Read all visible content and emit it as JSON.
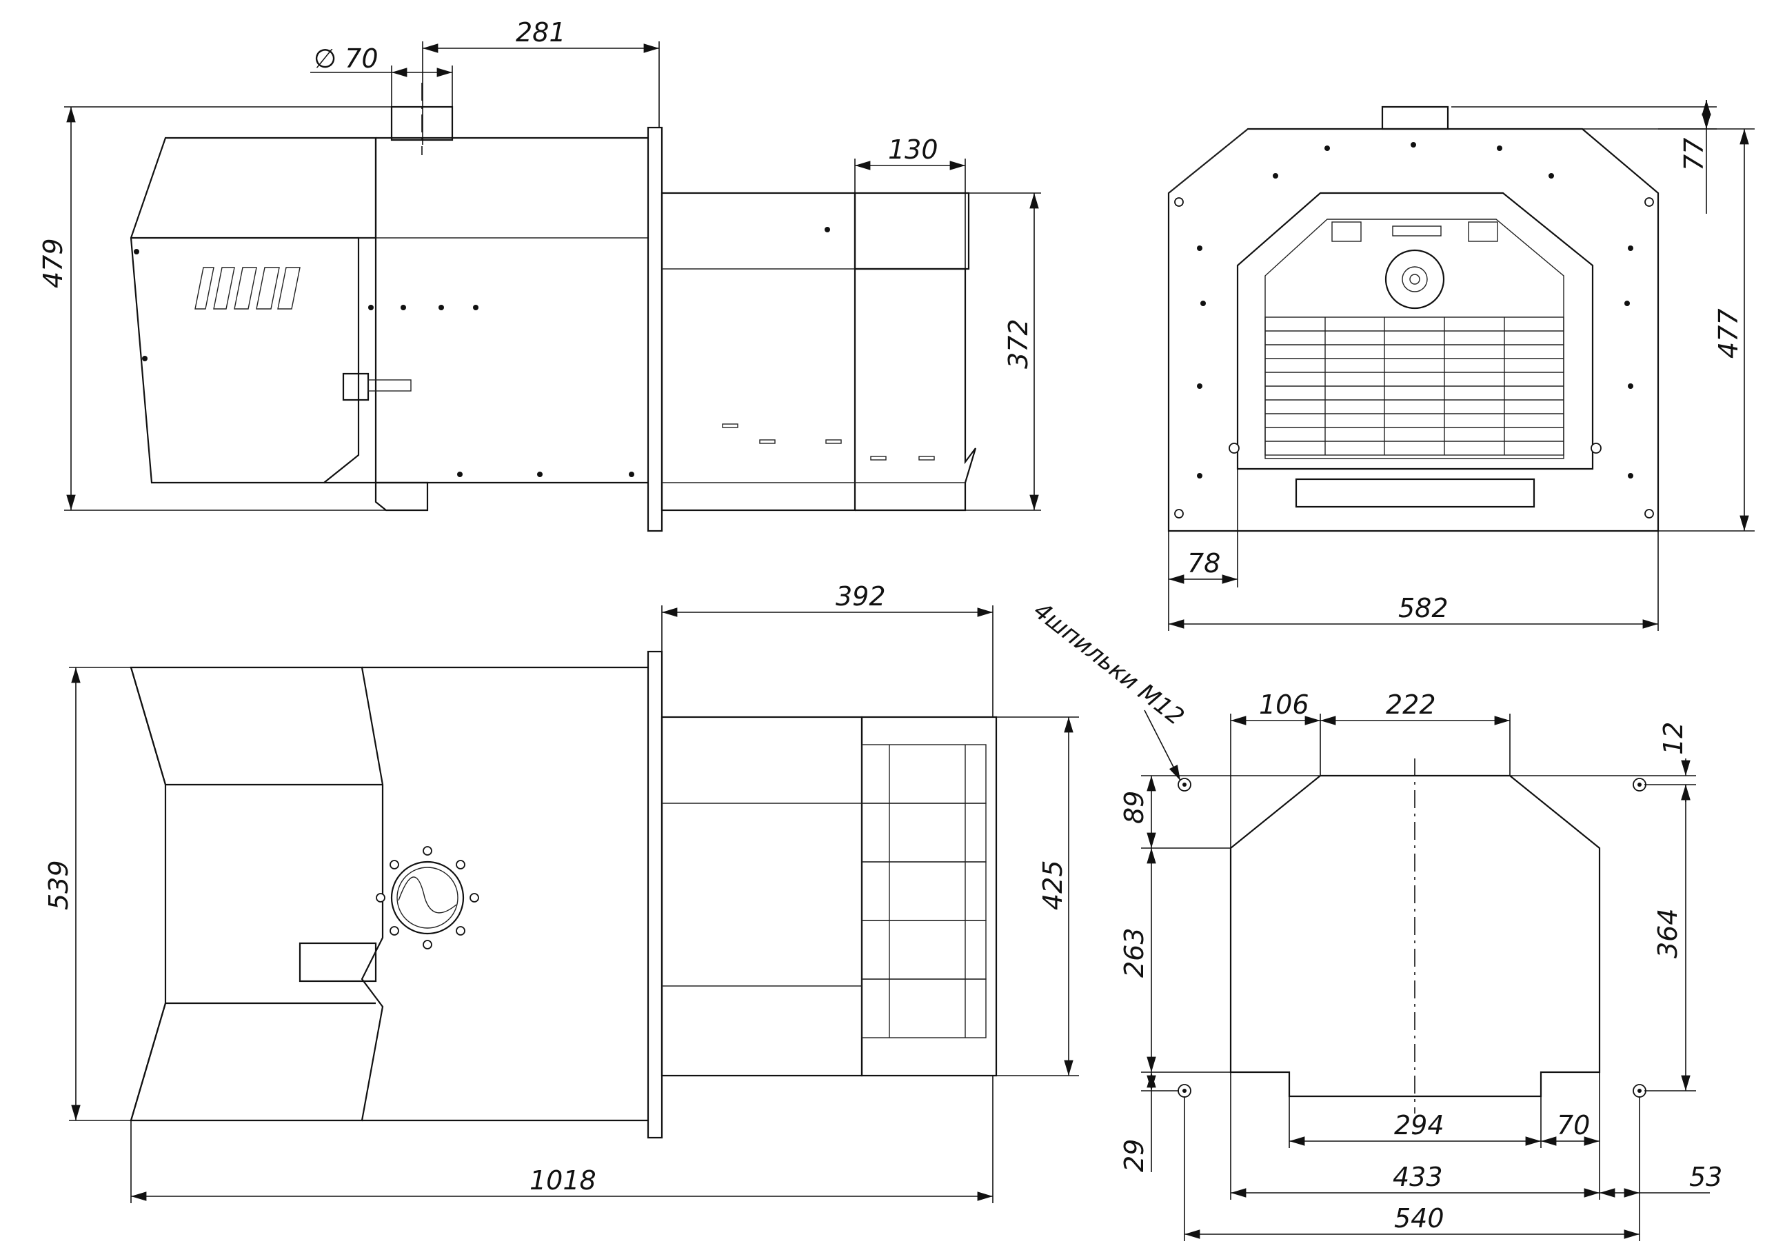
{
  "views": {
    "side": {
      "diameter_label": "∅ 70",
      "dims": {
        "top_width": "281",
        "height": "479",
        "tube_step": "130",
        "tube_height": "372"
      }
    },
    "front": {
      "dims": {
        "top_step": "77",
        "height": "477",
        "side_offset": "78",
        "width": "582"
      }
    },
    "top": {
      "dims": {
        "tube_length": "392",
        "height": "539",
        "tube_width": "425",
        "total_length": "1018"
      }
    },
    "mounting": {
      "note": "4шпильки М12",
      "dims": {
        "left_offset": "106",
        "top_width": "222",
        "top_gap": "12",
        "upper_chamfer": "89",
        "side_height": "263",
        "bolt_spacing_v": "364",
        "bottom_offset": "29",
        "cutout_width": "294",
        "cutout_offset": "70",
        "opening_width": "433",
        "right_offset": "53",
        "bolt_spacing_h": "540"
      }
    }
  }
}
